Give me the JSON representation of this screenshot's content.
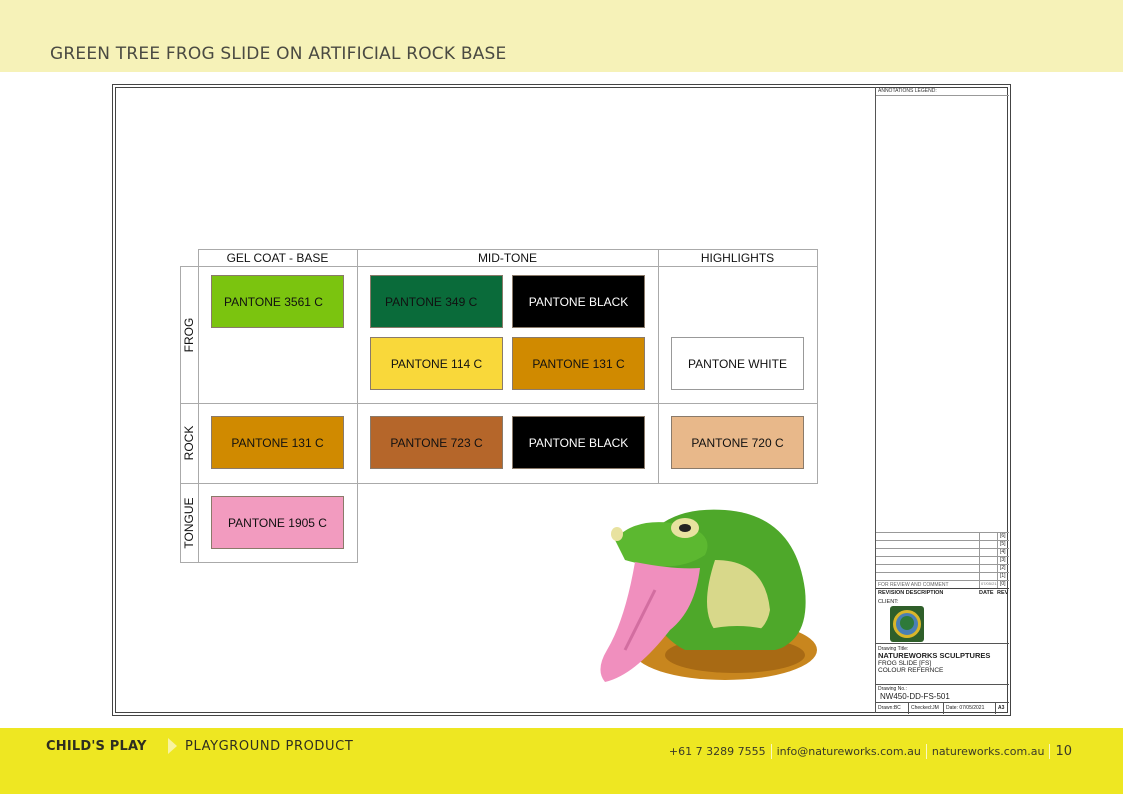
{
  "header": {
    "title": "GREEN TREE FROG SLIDE ON ARTIFICIAL ROCK BASE",
    "band_color": "#f6f2b8"
  },
  "colour_table": {
    "columns": [
      "GEL COAT - BASE",
      "MID-TONE",
      "HIGHLIGHTS"
    ],
    "rows": [
      "FROG",
      "ROCK",
      "TONGUE"
    ],
    "swatches": [
      {
        "row": "FROG",
        "column": "GEL COAT - BASE",
        "label": "PANTONE 3561 C",
        "color": "#7bc40f",
        "text_color": "#111111"
      },
      {
        "row": "FROG",
        "column": "MID-TONE",
        "label": "PANTONE 349 C",
        "color": "#0a6b3a",
        "text_color": "#111111"
      },
      {
        "row": "FROG",
        "column": "MID-TONE",
        "label": "PANTONE BLACK",
        "color": "#000000",
        "text_color": "#ffffff"
      },
      {
        "row": "FROG",
        "column": "MID-TONE",
        "label": "PANTONE 114 C",
        "color": "#f9d83a",
        "text_color": "#111111"
      },
      {
        "row": "FROG",
        "column": "MID-TONE",
        "label": "PANTONE 131 C",
        "color": "#d08a00",
        "text_color": "#111111"
      },
      {
        "row": "FROG",
        "column": "HIGHLIGHTS",
        "label": "PANTONE WHITE",
        "color": "#ffffff",
        "text_color": "#111111"
      },
      {
        "row": "ROCK",
        "column": "GEL COAT - BASE",
        "label": "PANTONE 131 C",
        "color": "#d08a00",
        "text_color": "#111111"
      },
      {
        "row": "ROCK",
        "column": "MID-TONE",
        "label": "PANTONE 723 C",
        "color": "#b5662a",
        "text_color": "#111111"
      },
      {
        "row": "ROCK",
        "column": "MID-TONE",
        "label": "PANTONE BLACK",
        "color": "#000000",
        "text_color": "#ffffff"
      },
      {
        "row": "ROCK",
        "column": "HIGHLIGHTS",
        "label": "PANTONE 720 C",
        "color": "#e8b88a",
        "text_color": "#111111"
      },
      {
        "row": "TONGUE",
        "column": "GEL COAT - BASE",
        "label": "PANTONE 1905 C",
        "color": "#f29bbf",
        "text_color": "#111111"
      }
    ]
  },
  "title_block": {
    "annotations_legend": "ANNOTATIONS LEGEND:",
    "revisions": [
      {
        "num": "[6]",
        "desc": "",
        "date": ""
      },
      {
        "num": "[5]",
        "desc": "",
        "date": ""
      },
      {
        "num": "[4]",
        "desc": "",
        "date": ""
      },
      {
        "num": "[3]",
        "desc": "",
        "date": ""
      },
      {
        "num": "[2]",
        "desc": "",
        "date": ""
      },
      {
        "num": "[1]",
        "desc": "",
        "date": ""
      },
      {
        "num": "[0]",
        "desc": "FOR REVIEW AND COMMENT",
        "date": "07/05/21"
      }
    ],
    "revision_header": {
      "desc": "REVISION DESCRIPTION",
      "date": "DATE",
      "rev": "REV"
    },
    "client_label": "CLIENT:",
    "drawing_title_label": "Drawing Title:",
    "drawing_company": "NATUREWORKS SCULPTURES",
    "drawing_title_line1": "FROG SLIDE [FS]",
    "drawing_title_line2": "COLOUR REFERNCE",
    "drawing_no_label": "Drawing No.:",
    "drawing_no": "NW450-DD-FS-501",
    "drawn": "Drawn:BC",
    "checked": "Checked:JM",
    "date": "Date: 07/05/2021",
    "size": "A3"
  },
  "footer": {
    "brand": "CHILD'S PLAY",
    "category": "PLAYGROUND PRODUCT",
    "phone": "+61 7 3289 7555",
    "email": "info@natureworks.com.au",
    "website": "natureworks.com.au",
    "page_number": "10",
    "band_color": "#eee722"
  }
}
